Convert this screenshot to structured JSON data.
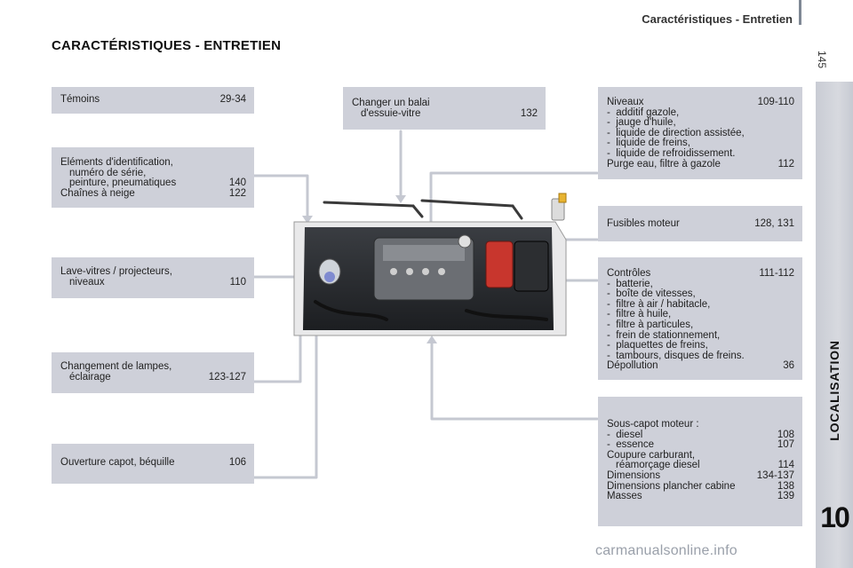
{
  "header": {
    "title": "Caractéristiques - Entretien",
    "page_number": "145"
  },
  "main_title": "CARACTÉRISTIQUES - ENTRETIEN",
  "sidebar": {
    "label": "LOCALISATION",
    "chapter": "10"
  },
  "boxes": {
    "temoins": {
      "rows": [
        {
          "label": "Témoins",
          "page": "29-34"
        }
      ]
    },
    "elements_id": {
      "rows": [
        {
          "label": "Eléments d'identification,",
          "page": ""
        },
        {
          "label": "numéro de série,",
          "page": "",
          "indent": true
        },
        {
          "label": "peinture, pneumatiques",
          "page": "140",
          "indent": true
        },
        {
          "label": "Chaînes à neige",
          "page": "122"
        }
      ]
    },
    "lave_vitres": {
      "rows": [
        {
          "label": "Lave-vitres / projecteurs,",
          "page": ""
        },
        {
          "label": "niveaux",
          "page": "110",
          "indent": true
        }
      ]
    },
    "lampes": {
      "rows": [
        {
          "label": "Changement de lampes,",
          "page": ""
        },
        {
          "label": "éclairage",
          "page": "123-127",
          "indent": true
        }
      ]
    },
    "capot": {
      "rows": [
        {
          "label": "Ouverture capot, béquille",
          "page": "106"
        }
      ]
    },
    "balai": {
      "rows": [
        {
          "label": "Changer un balai",
          "page": ""
        },
        {
          "label": "d'essuie-vitre",
          "page": "132",
          "indent": true
        }
      ]
    },
    "niveaux": {
      "rows": [
        {
          "label": "Niveaux",
          "page": "109-110"
        },
        {
          "label": "-  additif gazole,",
          "page": ""
        },
        {
          "label": "-  jauge d'huile,",
          "page": ""
        },
        {
          "label": "-  liquide de direction assistée,",
          "page": ""
        },
        {
          "label": "-  liquide de freins,",
          "page": ""
        },
        {
          "label": "-  liquide de refroidissement.",
          "page": ""
        },
        {
          "label": "Purge eau, filtre à gazole",
          "page": "112"
        }
      ]
    },
    "fusibles": {
      "rows": [
        {
          "label": "Fusibles moteur",
          "page": "128, 131"
        }
      ]
    },
    "controles": {
      "rows": [
        {
          "label": "Contrôles",
          "page": "111-112"
        },
        {
          "label": "-  batterie,",
          "page": ""
        },
        {
          "label": "-  boîte de vitesses,",
          "page": ""
        },
        {
          "label": "-  filtre à air / habitacle,",
          "page": ""
        },
        {
          "label": "-  filtre à huile,",
          "page": ""
        },
        {
          "label": "-  filtre à particules,",
          "page": ""
        },
        {
          "label": "-  frein de stationnement,",
          "page": ""
        },
        {
          "label": "-  plaquettes de freins,",
          "page": ""
        },
        {
          "label": "-  tambours, disques de freins.",
          "page": ""
        },
        {
          "label": "Dépollution",
          "page": "36"
        }
      ]
    },
    "sous_capot": {
      "rows": [
        {
          "label": "Sous-capot moteur :",
          "page": ""
        },
        {
          "label": "-  diesel",
          "page": "108"
        },
        {
          "label": "-  essence",
          "page": "107"
        },
        {
          "label": "Coupure carburant,",
          "page": ""
        },
        {
          "label": "réamorçage diesel",
          "page": "114",
          "indent": true
        },
        {
          "label": "Dimensions",
          "page": "134-137"
        },
        {
          "label": "Dimensions plancher cabine",
          "page": "138"
        },
        {
          "label": "Masses",
          "page": "139"
        }
      ]
    }
  },
  "watermark": "carmanualsonline.info",
  "colors": {
    "box_fill": "#ced0d9",
    "connector": "#c5c8d1",
    "sidebar": "#d0d3d9"
  }
}
